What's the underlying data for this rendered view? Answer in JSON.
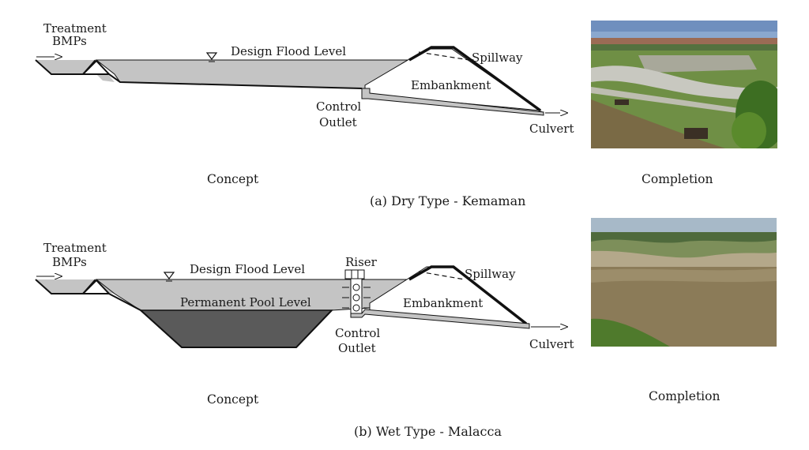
{
  "panel_a": {
    "treatment_line1": "Treatment",
    "treatment_line2": "BMPs",
    "design_flood_level": "Design Flood Level",
    "spillway": "Spillway",
    "embankment": "Embankment",
    "control_line1": "Control",
    "control_line2": "Outlet",
    "culvert": "Culvert",
    "concept_label": "Concept",
    "completion_label": "Completion",
    "caption": "(a)  Dry Type - Kemaman"
  },
  "panel_b": {
    "treatment_line1": "Treatment",
    "treatment_line2": "BMPs",
    "design_flood_level": "Design Flood Level",
    "riser": "Riser",
    "permanent_pool_level": "Permanent Pool Level",
    "spillway": "Spillway",
    "embankment": "Embankment",
    "control_line1": "Control",
    "control_line2": "Outlet",
    "culvert": "Culvert",
    "concept_label": "Concept",
    "completion_label": "Completion",
    "caption": "(b)  Wet Type - Malacca"
  },
  "colors": {
    "flood_water": "#c4c4c4",
    "permanent_pool": "#5a5a5a",
    "outline": "#111111"
  }
}
